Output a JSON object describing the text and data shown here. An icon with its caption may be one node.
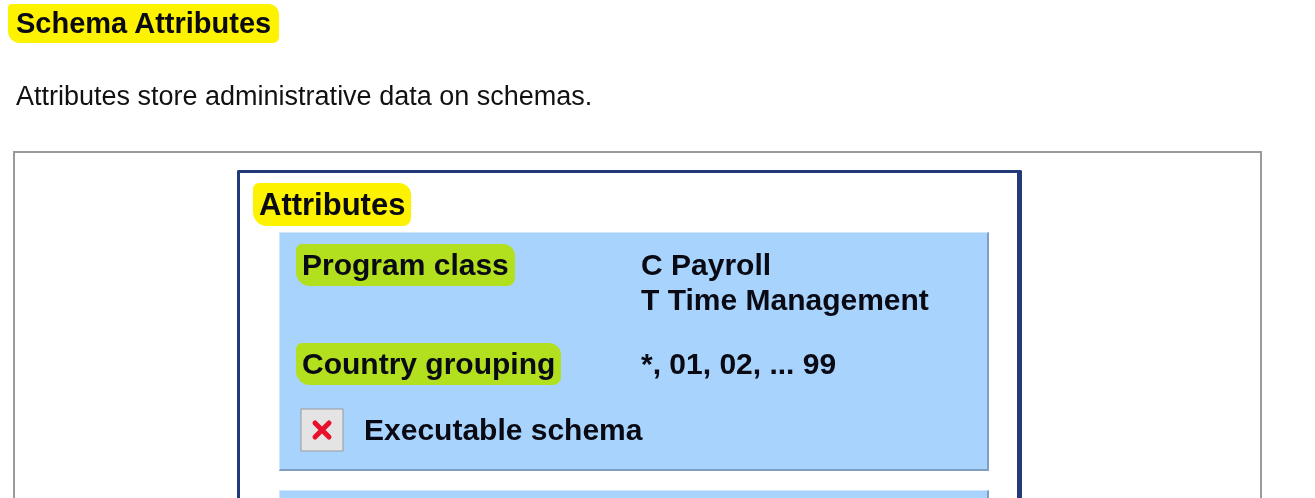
{
  "diagram": {
    "title": "Schema Attributes",
    "nodes": [
      {
        "text": [
          "Attributes"
        ]
      },
      {
        "text": [
          "Program class",
          "C Payroll",
          "T Time Management",
          "Country grouping",
          "*, 01, 02, ... 99",
          "Executable schema"
        ],
        "in": 0
      },
      {
        "text": [],
        "shape": "box",
        "in": 0
      }
    ],
    "labels": [
      "Attributes store administrative data on schemas."
    ]
  }
}
